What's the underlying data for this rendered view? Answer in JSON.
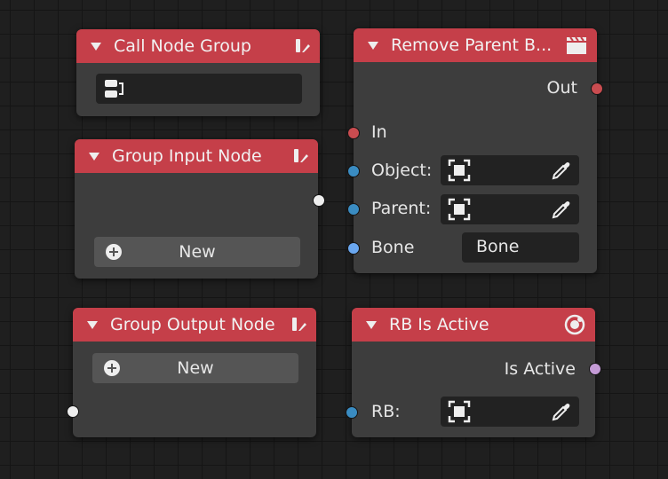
{
  "nodes": {
    "call_node_group": {
      "title": "Call Node Group"
    },
    "group_input": {
      "title": "Group Input Node",
      "new_label": "New"
    },
    "group_output": {
      "title": "Group Output Node",
      "new_label": "New"
    },
    "remove_parent": {
      "title": "Remove Parent B...",
      "out_label": "Out",
      "in_label": "In",
      "object_label": "Object:",
      "parent_label": "Parent:",
      "bone_label": "Bone",
      "bone_value": "Bone"
    },
    "rb_is_active": {
      "title": "RB Is Active",
      "is_active_label": "Is Active",
      "rb_label": "RB:"
    }
  },
  "colors": {
    "header": "#c53f49",
    "body": "#3d3d3d",
    "socket_red": "#c94c50",
    "socket_blue": "#3a8cc2",
    "socket_lightblue": "#6aa7f0",
    "socket_white": "#eeeeee",
    "socket_purple": "#c49bd6"
  },
  "icons": {
    "node_group": "node-group-icon",
    "brush": "brush-icon",
    "clapper": "clapperboard-icon",
    "target": "target-icon",
    "plus": "plus-circle-icon",
    "object": "object-select-icon",
    "eyedropper": "eyedropper-icon"
  }
}
